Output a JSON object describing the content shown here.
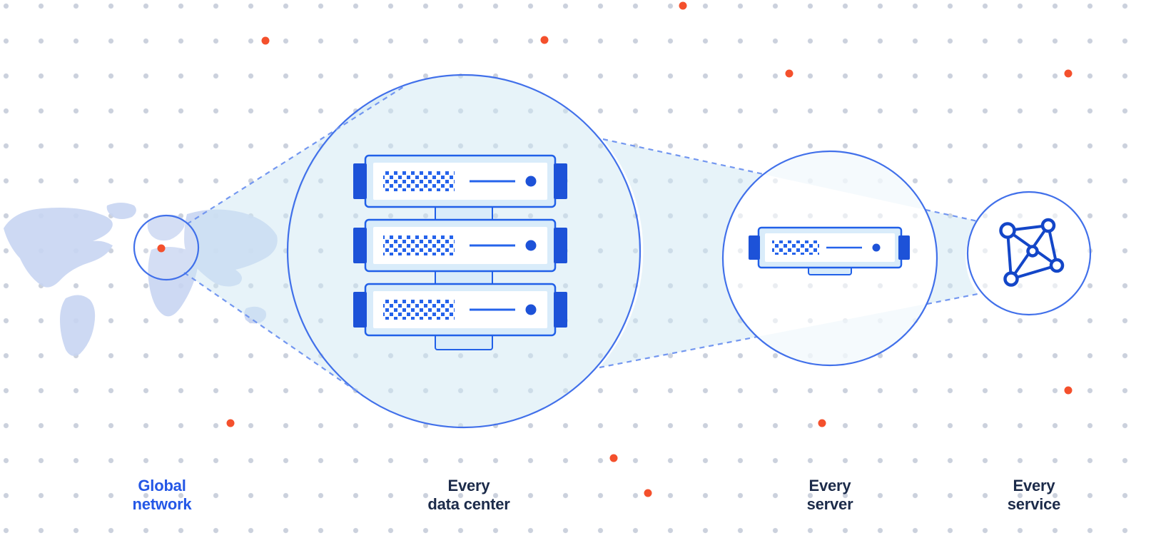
{
  "labels": {
    "global": {
      "line1": "Global",
      "line2": "network"
    },
    "datacenter": {
      "line1": "Every",
      "line2": "data center"
    },
    "server": {
      "line1": "Every",
      "line2": "server"
    },
    "service": {
      "line1": "Every",
      "line2": "service"
    }
  },
  "colors": {
    "circle_stroke_blue": "#4170ea",
    "dashed_line_blue": "#7397f0",
    "server_border_blue": "#2160e8",
    "server_dark_blue": "#1d52d8",
    "server_fill_light": "#d9ecfa",
    "network_icon_blue": "#1346c8",
    "beam_fill_cyan": "#cfe8f4",
    "map_fill": "#c8d5f2",
    "grid_dot_gray": "#cbd1dd",
    "accent_orange": "#f4502c",
    "label_dark": "#1c2b4a",
    "label_blue": "#2457e6"
  },
  "icons": {
    "map": "world-map",
    "origin_marker": "location-dot",
    "rack": "server-rack",
    "single_server": "server-unit",
    "service": "network-graph-icon"
  }
}
